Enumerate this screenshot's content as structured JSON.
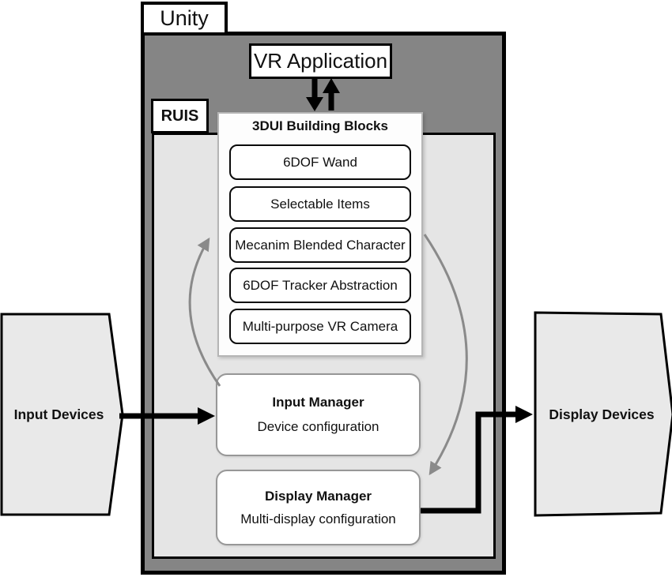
{
  "unity": {
    "label": "Unity"
  },
  "vr_application": {
    "label": "VR Application"
  },
  "ruis": {
    "label": "RUIS"
  },
  "building_blocks": {
    "title": "3DUI Building Blocks",
    "items": [
      "6DOF Wand",
      "Selectable Items",
      "Mecanim Blended Character",
      "6DOF Tracker Abstraction",
      "Multi-purpose VR Camera"
    ]
  },
  "input_manager": {
    "title": "Input Manager",
    "subtitle": "Device configuration"
  },
  "display_manager": {
    "title": "Display Manager",
    "subtitle": "Multi-display configuration"
  },
  "input_devices": {
    "label": "Input Devices"
  },
  "display_devices": {
    "label": "Display Devices"
  },
  "colors": {
    "outer_fill": "#858585",
    "inner_fill": "#e5e5e5",
    "device_fill": "#e9e9e9",
    "connector_black": "#000000",
    "connector_gray": "#8a8a8a"
  }
}
